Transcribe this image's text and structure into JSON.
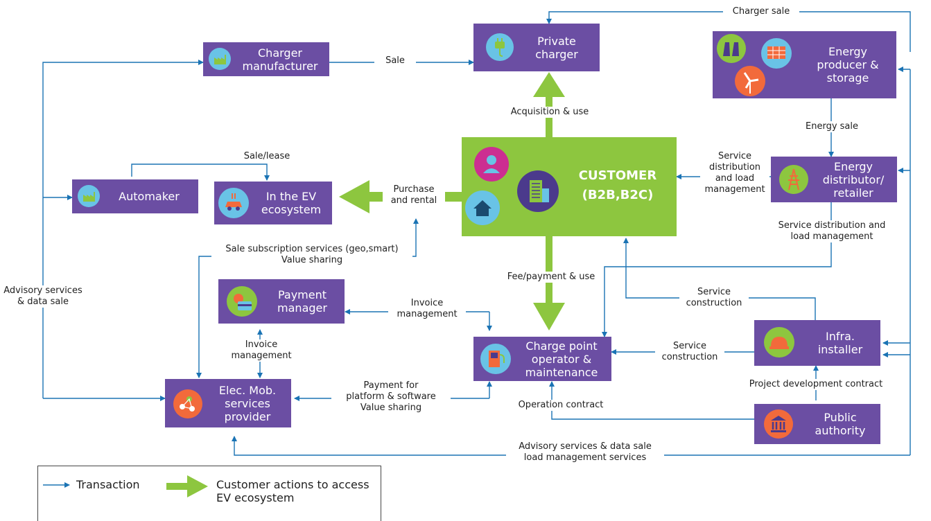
{
  "colors": {
    "node_fill": "#6b4ea3",
    "customer_fill": "#8dc63f",
    "arrow_blue": "#1a73b4",
    "big_arrow_green": "#8dc63f",
    "icon_green": "#8dc63f",
    "icon_blue": "#69c3e6",
    "icon_orange": "#f26a3b",
    "icon_magenta": "#cc2e91",
    "icon_purple_dark": "#4b3a8c"
  },
  "nodes": {
    "charger_manufacturer": {
      "label": "Charger\nmanufacturer",
      "icon": "factory-icon"
    },
    "private_charger": {
      "label": "Private\ncharger",
      "icon": "plug-icon"
    },
    "energy_producer": {
      "label": "Energy\nproducer &\nstorage",
      "icons": [
        "power-plant-icon",
        "solar-panel-icon",
        "wind-turbine-icon"
      ]
    },
    "customer": {
      "label": "CUSTOMER\n(B2B,B2C)",
      "icons": [
        "person-icon",
        "house-icon",
        "building-icon"
      ]
    },
    "energy_distributor": {
      "label": "Energy\ndistributor/\nretailer",
      "icon": "power-pylon-icon"
    },
    "automaker": {
      "label": "Automaker",
      "icon": "factory-icon"
    },
    "ev_ecosystem": {
      "label": "In the EV\necosystem",
      "icon": "electric-car-icon"
    },
    "payment_manager": {
      "label": "Payment\nmanager",
      "icon": "money-card-icon"
    },
    "charge_point_operator": {
      "label": "Charge point\noperator &\nmaintenance",
      "icon": "charging-station-icon"
    },
    "infra_installer": {
      "label": "Infra.\ninstaller",
      "icon": "hard-hat-icon"
    },
    "emsp": {
      "label": "Elec. Mob.\nservices\nprovider",
      "icon": "network-icon"
    },
    "public_authority": {
      "label": "Public\nauthority",
      "icon": "government-building-icon"
    }
  },
  "labels": {
    "charger_sale": "Charger sale",
    "sale": "Sale",
    "acquisition_use": "Acquisition & use",
    "energy_sale": "Energy sale",
    "sale_lease": "Sale/lease",
    "purchase_rental": "Purchase\nand rental",
    "service_distribution_load": "Service\ndistribution\nand load\nmanagement",
    "service_distribution_load_2": "Service distribution and\nload management",
    "sale_subscription": "Sale subscription services (geo,smart)\nValue sharing",
    "fee_payment_use": "Fee/payment & use",
    "advisory_services_left": "Advisory services\n& data sale",
    "invoice_management_right": "Invoice\nmanagement",
    "invoice_management_below": "Invoice\nmanagement",
    "service_construction_top": "Service\nconstruction",
    "service_construction_mid": "Service\nconstruction",
    "project_development": "Project development  contract",
    "payment_platform": "Payment for\nplatform & software\nValue sharing",
    "operation_contract": "Operation contract",
    "advisory_bottom": "Advisory services & data sale\nload management services"
  },
  "legend": {
    "transaction": "Transaction",
    "customer_actions": "Customer actions to access\nEV ecosystem"
  }
}
